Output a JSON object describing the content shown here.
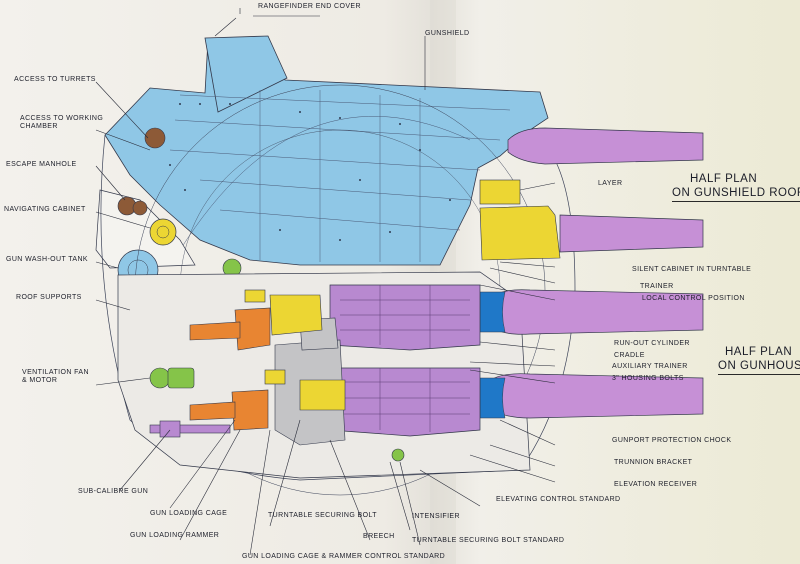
{
  "labels": {
    "rangefinder_end_cover": "RANGEFINDER END COVER",
    "gunshield": "GUNSHIELD",
    "access_to_turrets": "ACCESS TO TURRETS",
    "access_to_working_chamber": "ACCESS TO WORKING CHAMBER",
    "escape_manhole": "ESCAPE MANHOLE",
    "navigating_cabinet": "NAVIGATING CABINET",
    "gun_wash_out_tank": "GUN WASH-OUT TANK",
    "roof_supports": "ROOF SUPPORTS",
    "ventilation_fan_motor": "VENTILATION FAN & MOTOR",
    "sub_calibre_gun": "SUB-CALIBRE GUN",
    "gun_loading_cage": "GUN LOADING CAGE",
    "gun_loading_rammer": "GUN LOADING RAMMER",
    "turntable_securing_bolt": "TURNTABLE SECURING BOLT",
    "breech": "BREECH",
    "intensifier": "INTENSIFIER",
    "turntable_securing_bolt_standard": "TURNTABLE SECURING BOLT STANDARD",
    "gun_loading_cage_rammer_control_standard": "GUN LOADING CAGE & RAMMER CONTROL STANDARD",
    "layer": "LAYER",
    "silent_cabinet_in_turntable": "SILENT CABINET IN TURNTABLE",
    "trainer": "TRAINER",
    "local_control_position": "LOCAL CONTROL POSITION",
    "run_out_cylinder": "RUN-OUT CYLINDER",
    "cradle": "CRADLE",
    "auxiliary_trainer": "AUXILIARY TRAINER",
    "housing_bolts_3in": "3\" HOUSING BOLTS",
    "gunport_protection_chock": "GUNPORT PROTECTION CHOCK",
    "trunnion_bracket": "TRUNNION BRACKET",
    "elevation_receiver": "ELEVATION RECEIVER",
    "elevating_control_standard": "ELEVATING CONTROL STANDARD"
  },
  "titles": {
    "half_plan_gunshield_line1": "HALF PLAN",
    "half_plan_gunshield_line2": "ON GUNSHIELD ROOF",
    "half_plan_gunhouse_line1": "HALF PLAN",
    "half_plan_gunhouse_line2": "ON GUNHOUSE"
  },
  "colors": {
    "gunshield_blue": "#8fc7e6",
    "barrel_violet": "#c690d6",
    "cradle_violet": "#b889d0",
    "yellow": "#ecd633",
    "orange": "#e88532",
    "green": "#85c449",
    "brown": "#8d5a37",
    "port_blue": "#1f78c8",
    "line": "#33384a"
  }
}
